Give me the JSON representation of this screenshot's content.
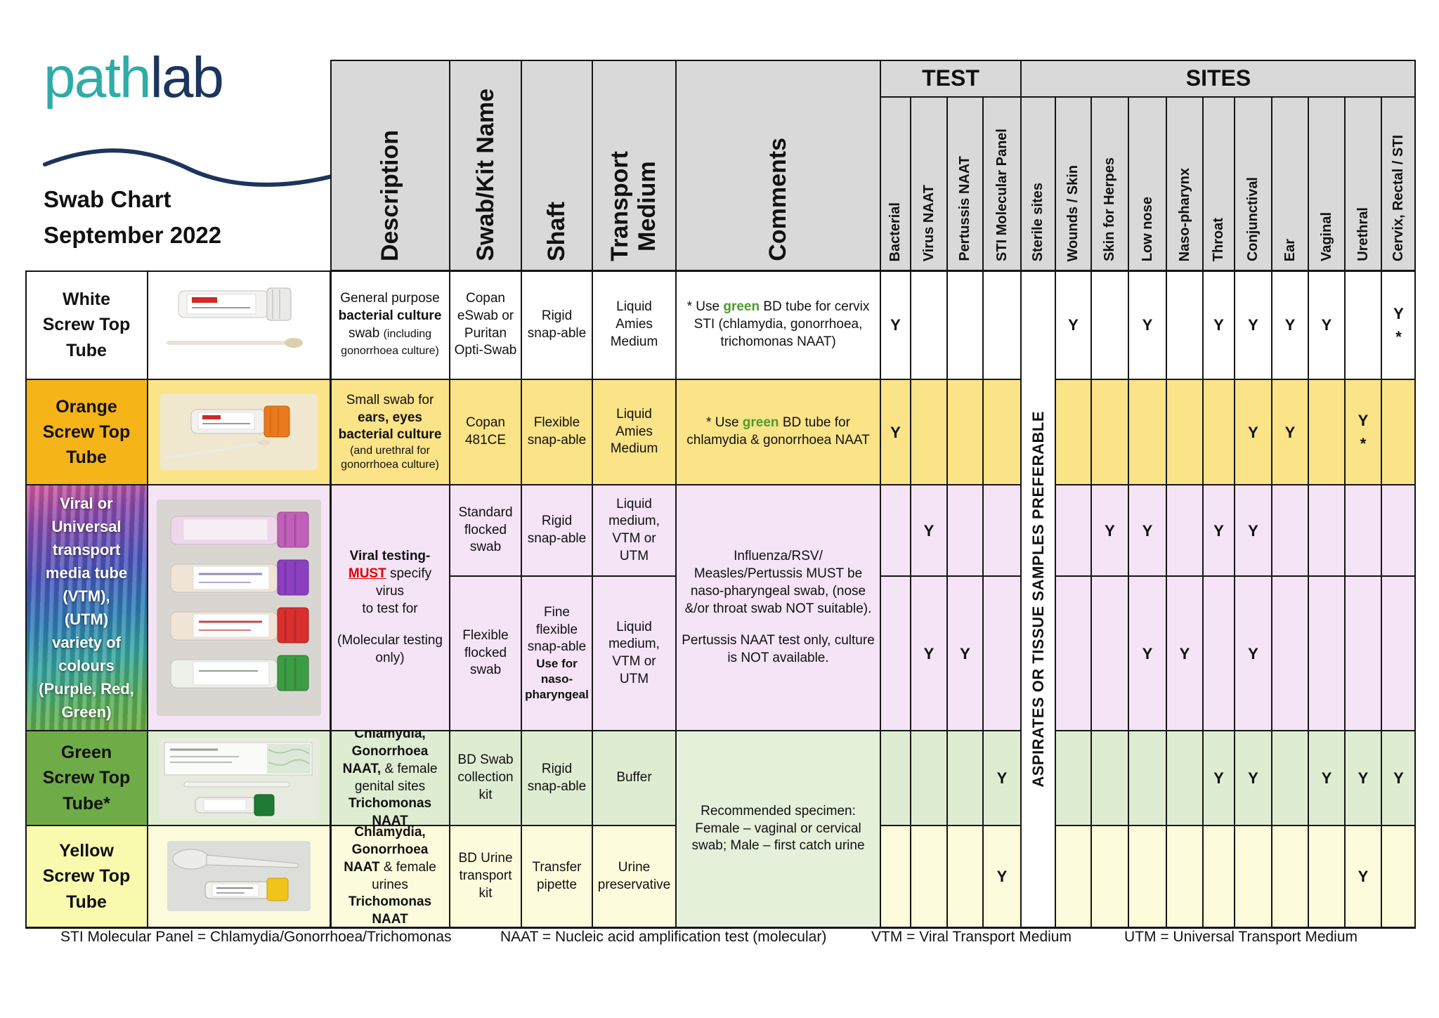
{
  "logo": {
    "brand_teal": "path",
    "brand_navy": "lab"
  },
  "doc_title": "Swab Chart\nSeptember 2022",
  "columns": {
    "description": "Description",
    "swab_kit_name": "Swab/Kit Name",
    "shaft": "Shaft",
    "transport_medium": "Transport\nMedium",
    "comments": "Comments",
    "test_group": "TEST",
    "sites_group": "SITES",
    "tests": [
      "Bacterial",
      "Virus NAAT",
      "Pertussis NAAT",
      "STI Molecular Panel"
    ],
    "sites": [
      "Sterile sites",
      "Wounds / Skin",
      "Skin for Herpes",
      "Low nose",
      "Naso-pharynx",
      "Throat",
      "Conjunctival",
      "Ear",
      "Vaginal",
      "Urethral",
      "Cervix, Rectal / STI"
    ]
  },
  "sterile_sites_note": "ASPIRATES OR TISSUE SAMPLES PREFERABLE",
  "rows": {
    "white": {
      "name": "White\nScrew Top\nTube",
      "desc": {
        "l1": "General purpose",
        "l2": "bacterial culture",
        "l3": "swab",
        "l3s": "(including gonorrhoea culture)"
      },
      "kit": "Copan eSwab or Puritan Opti-Swab",
      "shaft": "Rigid snap-able",
      "transport": "Liquid Amies Medium",
      "comment": {
        "pre": "* Use ",
        "green": "green",
        "post": " BD tube for cervix STI (chlamydia, gonorrhoea, trichomonas NAAT)"
      },
      "marks": {
        "bacterial": "Y",
        "virus": "",
        "pertussis": "",
        "sti": "",
        "wounds": "Y",
        "herpes": "",
        "low_nose": "Y",
        "naso": "",
        "throat": "Y",
        "conj": "Y",
        "ear": "Y",
        "vaginal": "Y",
        "urethral": "",
        "cervix": "Y\n*"
      }
    },
    "orange": {
      "name": "Orange\nScrew Top\nTube",
      "desc": {
        "pre": "Small swab for ",
        "bold": "ears, eyes bacterial culture",
        "small": "(and urethral for gonorrhoea culture)"
      },
      "kit": "Copan 481CE",
      "shaft": "Flexible snap-able",
      "transport": "Liquid Amies Medium",
      "comment": {
        "pre": "* Use ",
        "green": "green",
        "post": " BD tube for chlamydia & gonorrhoea NAAT"
      },
      "marks": {
        "bacterial": "Y",
        "virus": "",
        "pertussis": "",
        "sti": "",
        "wounds": "",
        "herpes": "",
        "low_nose": "",
        "naso": "",
        "throat": "",
        "conj": "Y",
        "ear": "Y",
        "vaginal": "",
        "urethral": "Y\n*",
        "cervix": ""
      }
    },
    "vtm": {
      "name": "Viral or\nUniversal\ntransport\nmedia tube\n(VTM),\n(UTM)\nvariety of\ncolours\n(Purple, Red,\nGreen)",
      "desc": {
        "b1": "Viral testing-",
        "must": "MUST",
        "r1": " specify virus",
        "r2": "to test for",
        "r3": "(Molecular testing only)"
      },
      "comment": {
        "p1": "Influenza/RSV/ Measles/Pertussis MUST be naso-pharyngeal swab, (nose &/or throat swab NOT suitable).",
        "p2": "Pertussis NAAT test only, culture is NOT available."
      }
    },
    "vtm_standard": {
      "kit": "Standard flocked swab",
      "shaft": "Rigid snap-able",
      "transport": "Liquid medium, VTM or UTM",
      "marks": {
        "bacterial": "",
        "virus": "Y",
        "pertussis": "",
        "sti": "",
        "wounds": "",
        "herpes": "Y",
        "low_nose": "Y",
        "naso": "",
        "throat": "Y",
        "conj": "Y",
        "ear": "",
        "vaginal": "",
        "urethral": "",
        "cervix": ""
      }
    },
    "vtm_flexible": {
      "kit": "Flexible flocked swab",
      "shaft": {
        "r": "Fine flexible snap-able",
        "b": "Use for naso-pharyngeal"
      },
      "transport": "Liquid medium, VTM or UTM",
      "marks": {
        "bacterial": "",
        "virus": "Y",
        "pertussis": "Y",
        "sti": "",
        "wounds": "",
        "herpes": "",
        "low_nose": "Y",
        "naso": "Y",
        "throat": "",
        "conj": "Y",
        "ear": "",
        "vaginal": "",
        "urethral": "",
        "cervix": ""
      }
    },
    "green": {
      "name": "Green\nScrew Top\nTube*",
      "desc": {
        "b1": "Chlamydia, Gonorrhoea NAAT,",
        "r1": " & female genital sites ",
        "b2": "Trichomonas NAAT"
      },
      "kit": "BD Swab collection kit",
      "shaft": "Rigid snap-able",
      "transport": "Buffer",
      "marks": {
        "bacterial": "",
        "virus": "",
        "pertussis": "",
        "sti": "Y",
        "wounds": "",
        "herpes": "",
        "low_nose": "",
        "naso": "",
        "throat": "Y",
        "conj": "Y",
        "ear": "",
        "vaginal": "Y",
        "urethral": "Y",
        "cervix": "Y"
      }
    },
    "yellow": {
      "name": "Yellow\nScrew Top\nTube",
      "desc": {
        "b1": "Chlamydia, Gonorrhoea NAAT",
        "r1": " & female urines ",
        "b2": "Trichomonas NAAT"
      },
      "kit": "BD Urine transport kit",
      "shaft": "Transfer pipette",
      "transport": "Urine preservative",
      "marks": {
        "bacterial": "",
        "virus": "",
        "pertussis": "",
        "sti": "Y",
        "wounds": "",
        "herpes": "",
        "low_nose": "",
        "naso": "",
        "throat": "",
        "conj": "",
        "ear": "",
        "vaginal": "",
        "urethral": "Y",
        "cervix": ""
      }
    },
    "green_yellow_comment": "Recommended specimen: Female – vaginal or cervical swab; Male – first catch urine"
  },
  "footer": {
    "sti": "STI Molecular Panel = Chlamydia/Gonorrhoea/Trichomonas",
    "naat": "NAAT = Nucleic acid amplification test (molecular)",
    "vtm": "VTM = Viral Transport Medium",
    "utm": "UTM = Universal Transport Medium"
  },
  "colors": {
    "header_gray": "#D9D9D9",
    "orange_header": "#F5B417",
    "orange_row": "#FBE387",
    "vtm_row": "#F5E3F6",
    "green_header": "#6FAC47",
    "green_row": "#DEEDD2",
    "yellow_header": "#FAFAAE",
    "yellow_row": "#FCFCDC",
    "accent_green_text": "#4E9A2E",
    "must_red": "#E00000",
    "logo_teal": "#2FABA8",
    "logo_navy": "#1C355E"
  }
}
